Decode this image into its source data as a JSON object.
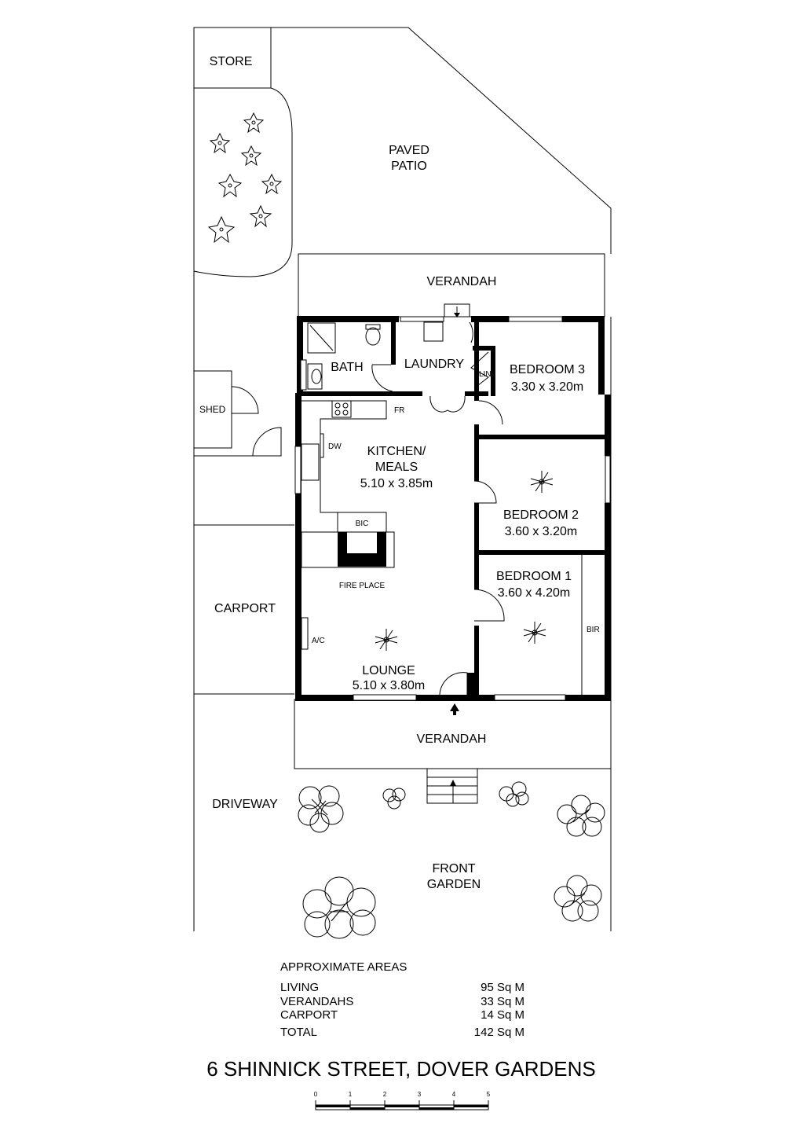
{
  "rooms": {
    "store": "STORE",
    "patio_1": "PAVED",
    "patio_2": "PATIO",
    "rear_verandah": "VERANDAH",
    "bath": "BATH",
    "laundry": "LAUNDRY",
    "lin": "LIN",
    "bedroom3": "BEDROOM 3",
    "bedroom3_size": "3.30 x 3.20m",
    "shed": "SHED",
    "fr": "FR",
    "dw": "DW",
    "kitchen_1": "KITCHEN/",
    "kitchen_2": "MEALS",
    "kitchen_size": "5.10 x 3.85m",
    "bedroom2": "BEDROOM 2",
    "bedroom2_size": "3.60 x 3.20m",
    "bic": "BIC",
    "fireplace": "FIRE PLACE",
    "bedroom1": "BEDROOM 1",
    "bedroom1_size": "3.60 x 4.20m",
    "carport": "CARPORT",
    "ac": "A/C",
    "bir": "BIR",
    "lounge": "LOUNGE",
    "lounge_size": "5.10 x 3.80m",
    "front_verandah": "VERANDAH",
    "driveway": "DRIVEWAY",
    "garden_1": "FRONT",
    "garden_2": "GARDEN"
  },
  "areas": {
    "heading": "APPROXIMATE AREAS",
    "rows": [
      {
        "label": "LIVING",
        "value": "95 Sq M"
      },
      {
        "label": "VERANDAHS",
        "value": "33 Sq M"
      },
      {
        "label": "CARPORT",
        "value": "14 Sq M"
      },
      {
        "label": "TOTAL",
        "value": "142 Sq M"
      }
    ]
  },
  "title": "6 SHINNICK STREET, DOVER GARDENS",
  "scale": {
    "ticks": [
      "0",
      "1",
      "2",
      "3",
      "4",
      "5"
    ]
  }
}
